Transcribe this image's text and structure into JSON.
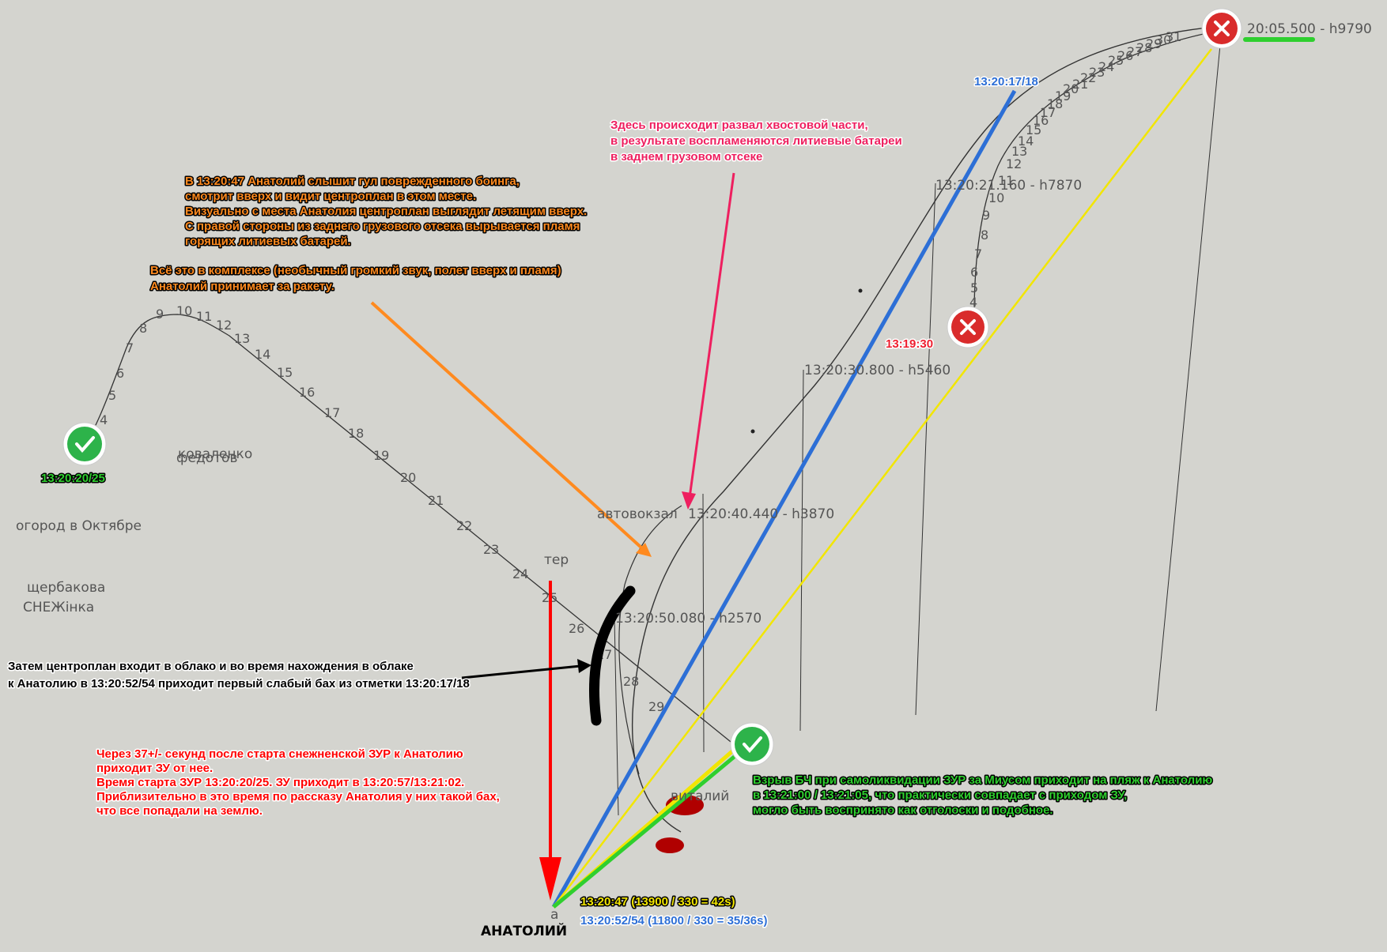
{
  "track_a": {
    "start_time": "13:20:20/25",
    "ticks": [
      "4",
      "5",
      "6",
      "7",
      "8",
      "9",
      "10",
      "11",
      "12",
      "13",
      "14",
      "15",
      "16",
      "17",
      "18",
      "19",
      "20",
      "21",
      "22",
      "23",
      "24",
      "25",
      "26",
      "27",
      "28",
      "29"
    ]
  },
  "track_b": {
    "ticks": [
      "4",
      "5",
      "6",
      "7",
      "8",
      "9",
      "10",
      "11",
      "12",
      "13",
      "14",
      "15",
      "16",
      "17",
      "18",
      "19",
      "20",
      "21",
      "22",
      "23",
      "24",
      "25",
      "26",
      "27",
      "28",
      "29",
      "30",
      "31"
    ]
  },
  "times": {
    "t1": "20:05.500 - h9790",
    "t2": "13:20:21.160 - h7870",
    "t3": "13:20:30.800 - h5460",
    "t4": "13:20:40.440 - h3870",
    "t5": "13:20:50.080 - h2570",
    "blue_tag": "13:20:17/18",
    "red_time": "13:19:30"
  },
  "places": {
    "kovalenko": "коваленко",
    "fedotov": "федотов",
    "ogorod": "огород в Октябре",
    "shcherbakova": "щербакова",
    "snezhinka": "СНЕЖінка",
    "avtovokzal": "автовокзал",
    "ter": "тер",
    "vitaliy": "виталий",
    "a": "а",
    "anatoliy": "АНАТОЛИЙ"
  },
  "notes": {
    "pink": [
      "Здесь происходит развал хвостовой части,",
      "в результате воспламеняются литиевые батареи",
      "в заднем грузовом отсеке"
    ],
    "orange": [
      "В 13:20:47 Анатолий слышит гул поврежденного боинга,",
      "смотрит вверх и видит центроплан в этом месте.",
      "Визуально с места Анатолия центроплан выглядит летящим вверх.",
      "С правой стороны из заднего грузового отсека вырывается  пламя",
      "горящих литиевых батарей."
    ],
    "orange2": [
      "Всё это в комплексе (необычный громкий звук, полет вверх и пламя)",
      "Анатолий принимает за ракету."
    ],
    "black": [
      "Затем центроплан входит в облако и во время нахождения в облаке",
      "к Анатолию в 13:20:52/54 приходит первый слабый бах из отметки 13:20:17/18"
    ],
    "red": [
      "Через 37+/- секунд после старта снежненской ЗУР к Анатолию",
      "приходит ЗУ от нее.",
      "Время старта ЗУР 13:20:20/25. ЗУ приходит в 13:20:57/13:21:02.",
      "Приблизительно в это время по рассказу Анатолия у них такой бах,",
      "что все попадали на землю."
    ],
    "green": [
      "Взрыв БЧ при самоликвидации ЗУР за Миусом приходит на пляж к Анатолию",
      "в 13:21:00 / 13:21:05, что практически совпадает с приходом ЗУ,",
      "могло быть воспринято как отголоски и подобное."
    ],
    "yellow_calc": "13:20:47 (13900 / 330 = 42s)",
    "blue_calc": "13:20:52/54 (11800 / 330 = 35/36s)"
  },
  "colors": {
    "blue": "#2d6fd6",
    "yellow": "#f2e600",
    "green": "#2fcf2f",
    "red": "#ff0000",
    "pink": "#ee1f5f",
    "orange": "#ff8a1f",
    "mark_red": "#d92b2b",
    "mark_green": "#2db34a"
  }
}
